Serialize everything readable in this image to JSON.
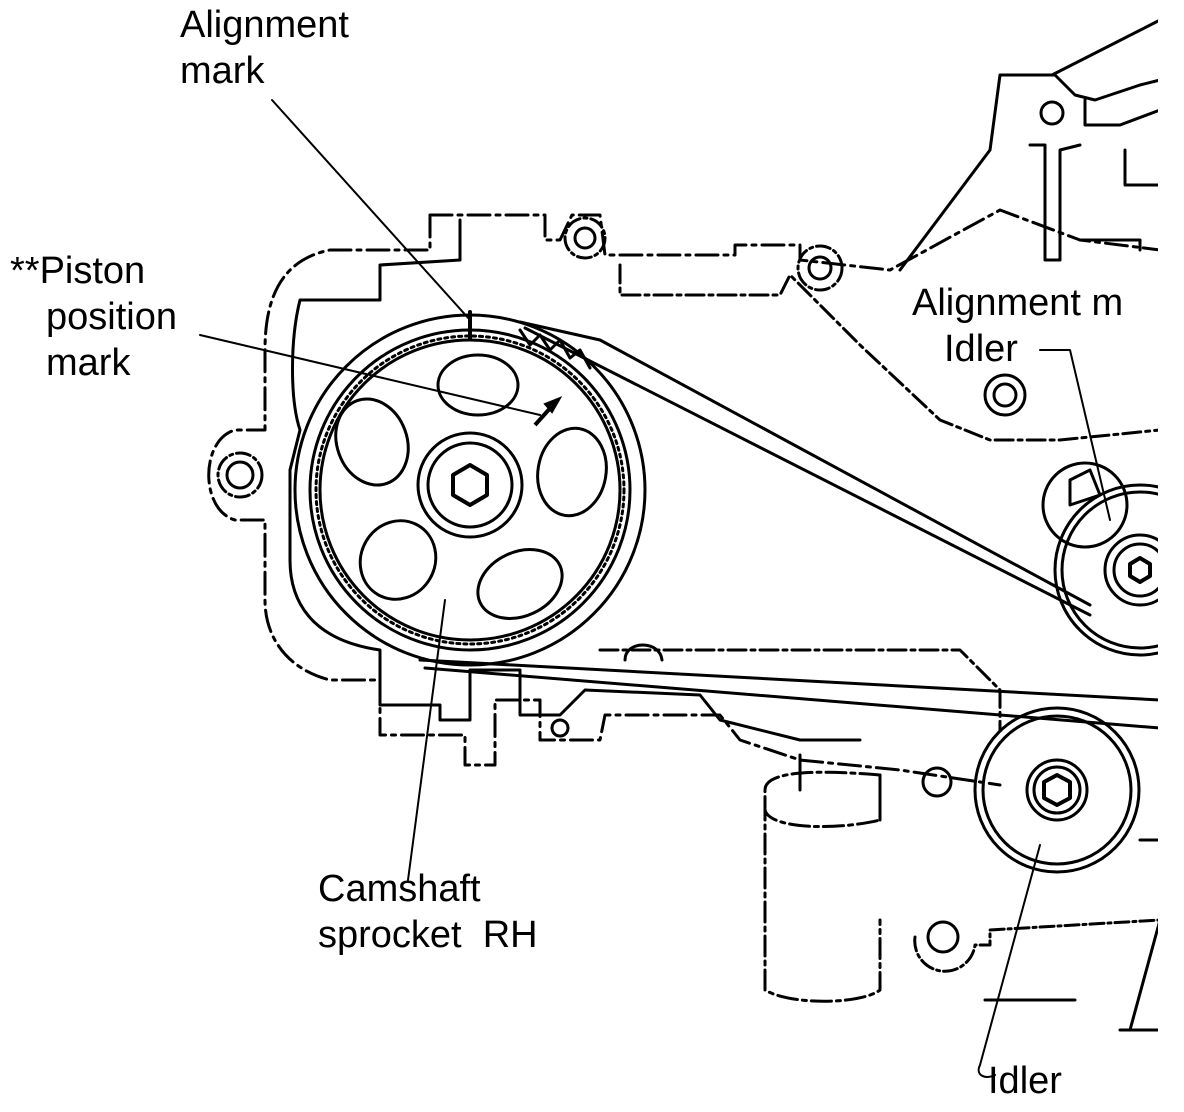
{
  "labels": {
    "alignment_mark_top": [
      "Alignment",
      "mark"
    ],
    "piston_position_mark": [
      "**Piston",
      "position",
      "mark"
    ],
    "alignment_mark_right": "Alignment m",
    "idler_upper": "Idler",
    "camshaft_sprocket": [
      "Camshaft",
      "sprocket  RH"
    ],
    "idler_lower": "Idler"
  },
  "colors": {
    "ink": "#000000",
    "paper": "#ffffff"
  }
}
